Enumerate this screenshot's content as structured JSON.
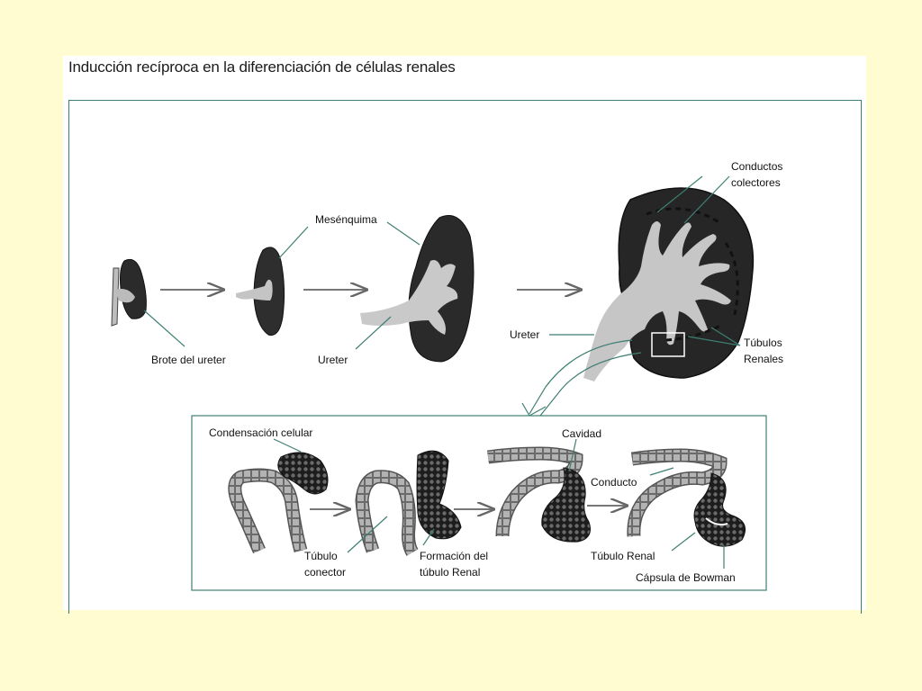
{
  "title": "Inducción recíproca en la diferenciación de células renales",
  "labels": {
    "mesenquima": "Mesénquima",
    "brote_ureter": "Brote del ureter",
    "ureter_1": "Ureter",
    "ureter_2": "Ureter",
    "conductos_1": "Conductos",
    "conductos_2": "colectores",
    "tubulos_1": "Túbulos",
    "tubulos_2": "Renales",
    "condensacion": "Condensación celular",
    "cavidad": "Cavidad",
    "conducto": "Conducto",
    "tubulo_conector_1": "Túbulo",
    "tubulo_conector_2": "conector",
    "formacion_1": "Formación del",
    "formacion_2": "túbulo Renal",
    "tubulo_renal": "Túbulo Renal",
    "capsula": "Cápsula de Bowman"
  }
}
